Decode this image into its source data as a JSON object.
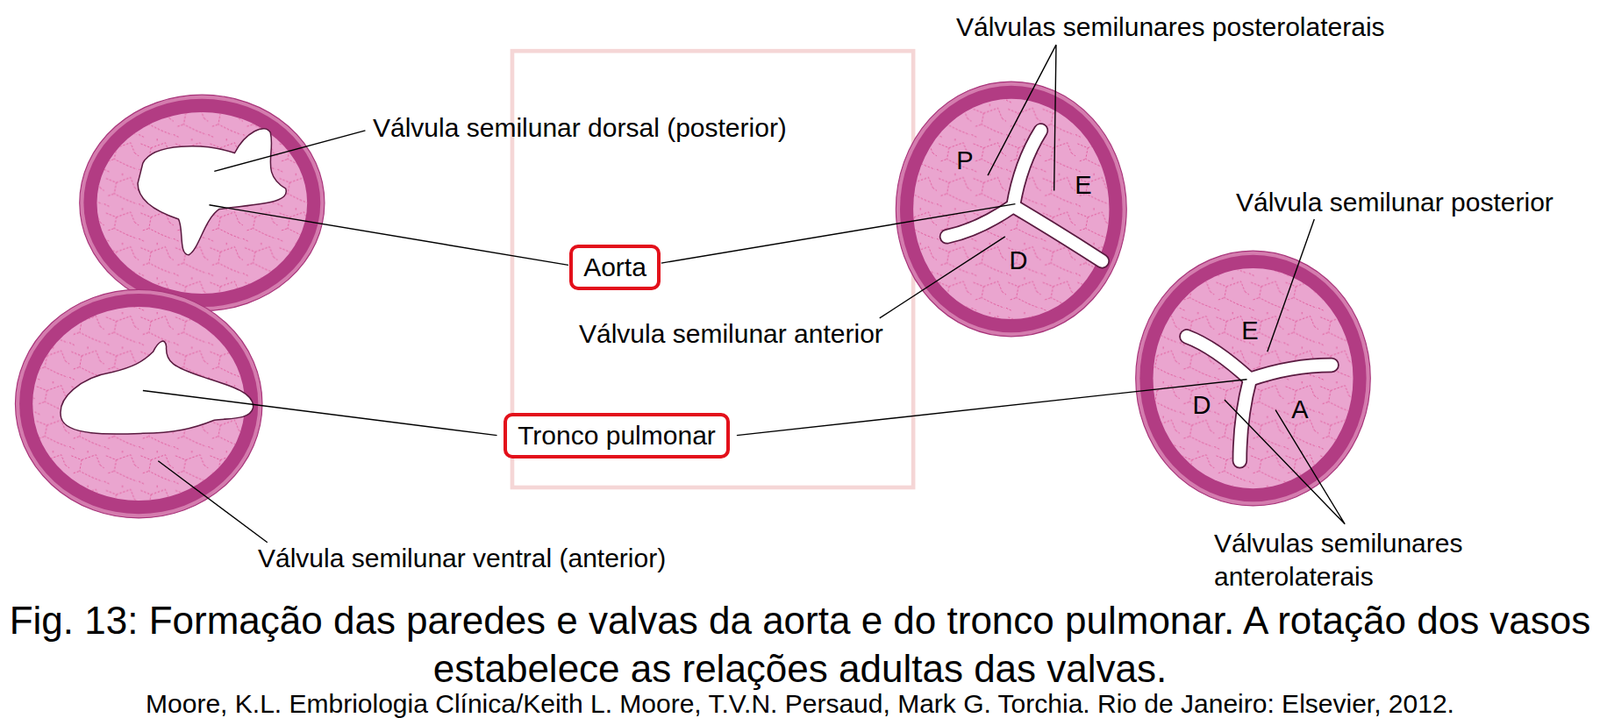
{
  "diagram": {
    "caption": "Fig. 13: Formação das paredes e valvas da aorta e do tronco pulmonar. A rotação dos vasos estabelece as relações adultas das valvas.",
    "nodes": [
      {
        "text": [
          "Aorta"
        ]
      },
      {
        "text": [
          "Tronco pulmonar"
        ]
      }
    ],
    "labels": [
      "Válvulas semilunares posterolaterais",
      "Válvula semilunar dorsal (posterior)",
      "P",
      "E",
      "Válvula semilunar posterior",
      "D",
      "Válvula semilunar anterior",
      "E",
      "D",
      "A",
      "Válvulas semilunares anterolaterais",
      "Válvula semilunar ventral (anterior)",
      "Moore, K.L. Embriologia Clínica/Keith L. Moore, T.V.N. Persaud, Mark G. Torchia. Rio de Janeiro: Elsevier, 2012."
    ]
  }
}
